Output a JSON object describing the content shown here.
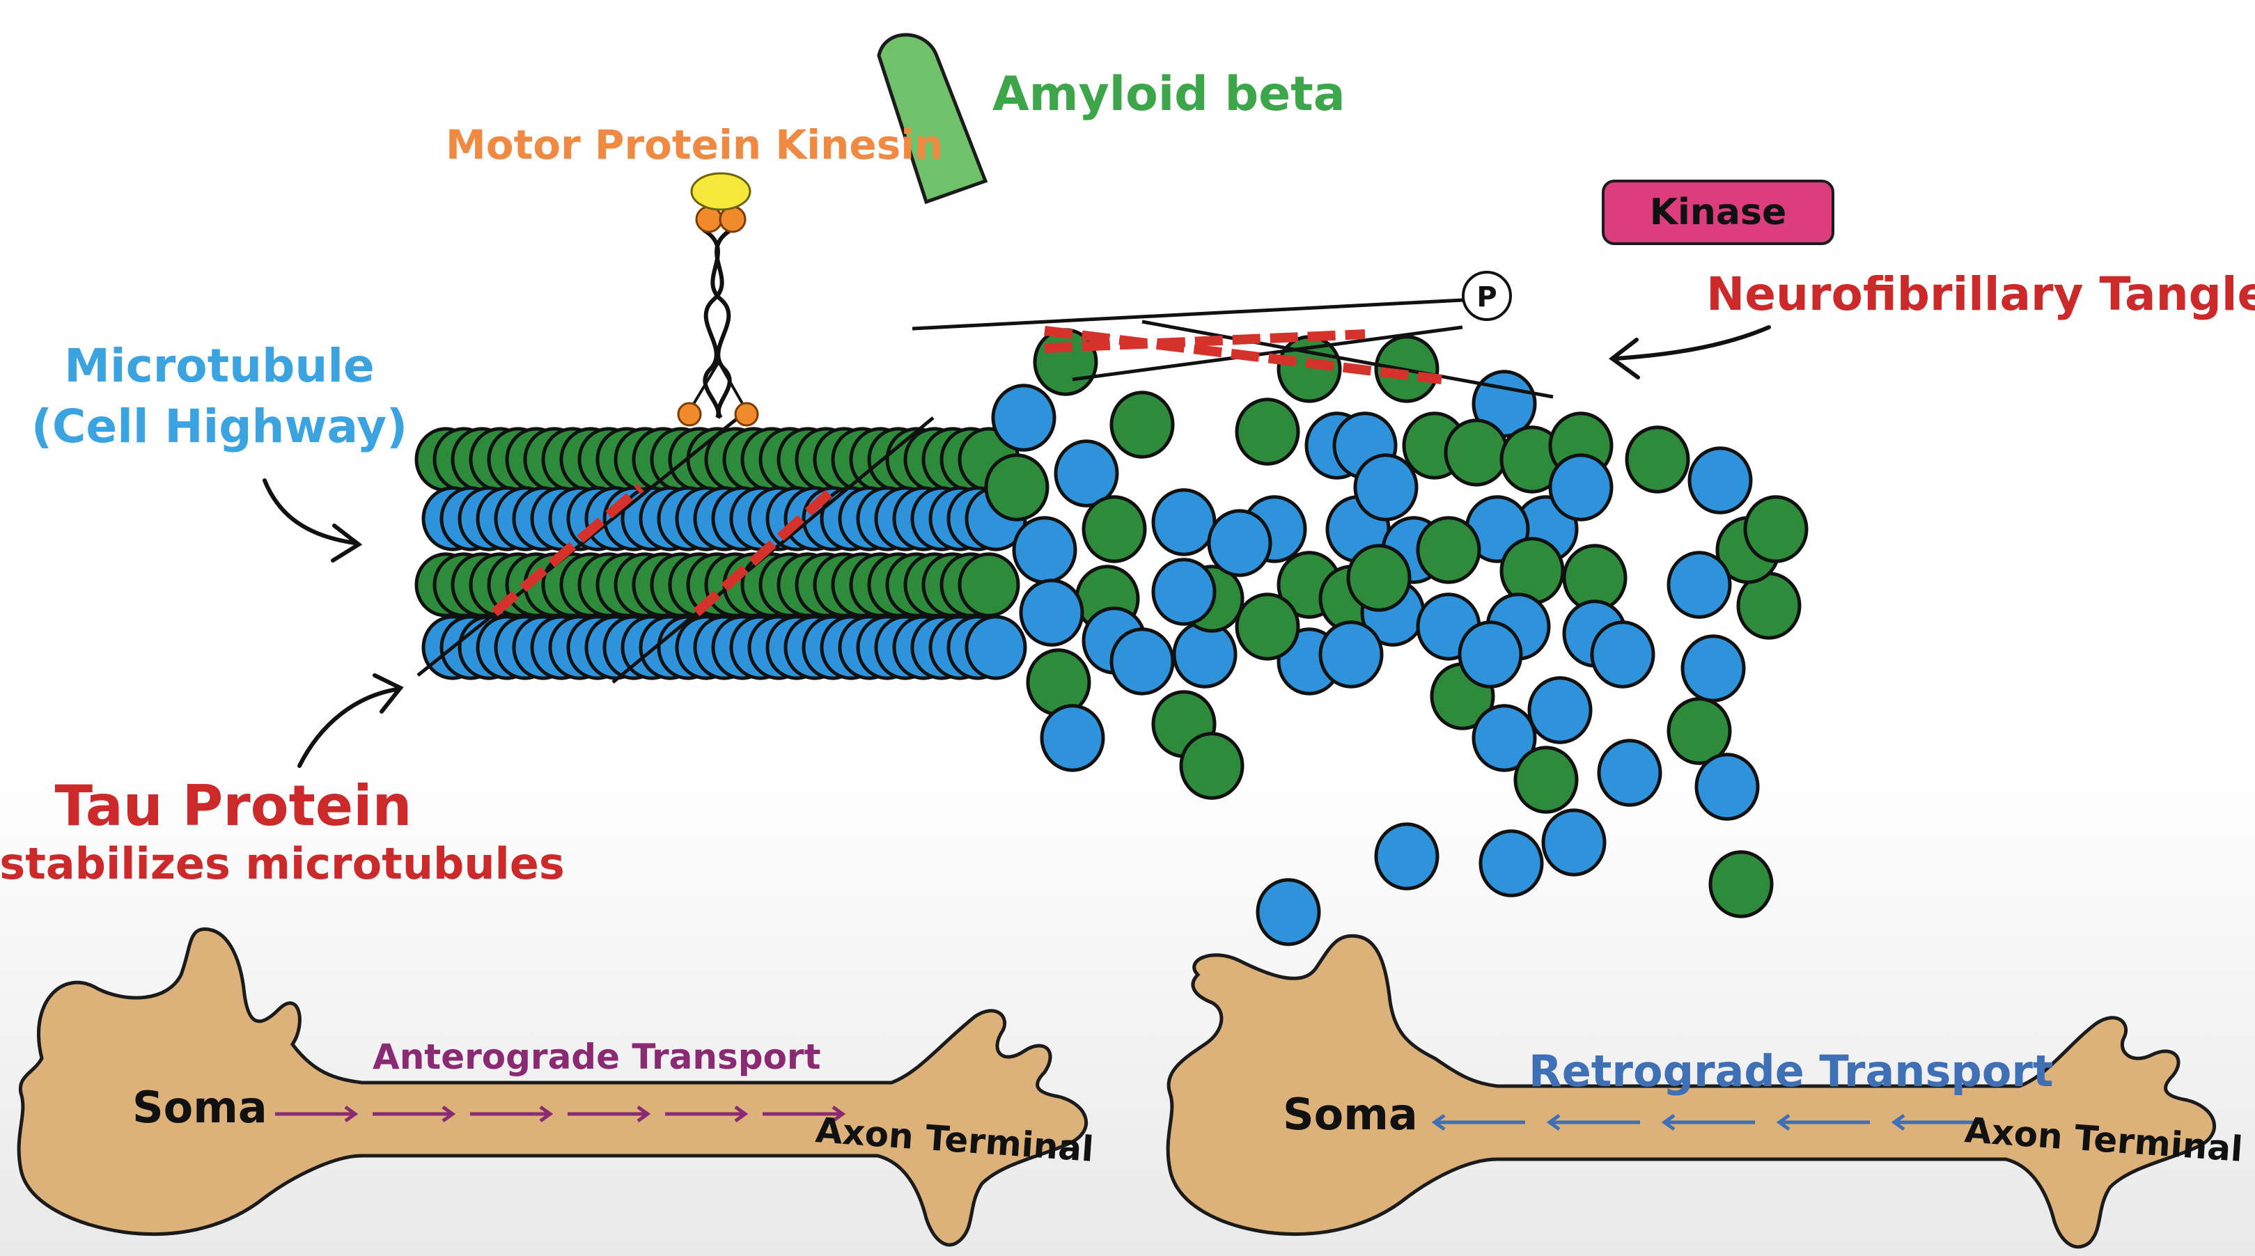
{
  "labels": {
    "amyloid": "Amyloid beta",
    "kinesin": "Motor Protein Kinesin",
    "kinase": "Kinase",
    "phosphate": "P",
    "tangle": "Neurofibrillary Tangle",
    "microtubule_1": "Microtubule",
    "microtubule_2": "(Cell Highway)",
    "tau_1": "Tau Protein",
    "tau_2": "stabilizes microtubules"
  },
  "neurons": {
    "left": {
      "soma": "Soma",
      "terminal": "Axon Terminal",
      "transport": "Anterograde Transport"
    },
    "right": {
      "soma": "Soma",
      "terminal": "Axon Terminal",
      "transport": "Retrograde Transport"
    }
  },
  "colors": {
    "green": "#2e8b3c",
    "blue": "#2f93dc",
    "amyloid_green": "#4cae4c",
    "tau_red": "#d6322c",
    "label_blue": "#3aa3e0",
    "label_orange": "#f08a43",
    "label_green": "#3ea64a",
    "label_red": "#cc2a2a",
    "kinase_pink": "#dc3d7d",
    "anterograde_purple": "#8a2a72",
    "retrograde_blue": "#3f6fb5",
    "neuron_fill": "#dcb27a"
  }
}
